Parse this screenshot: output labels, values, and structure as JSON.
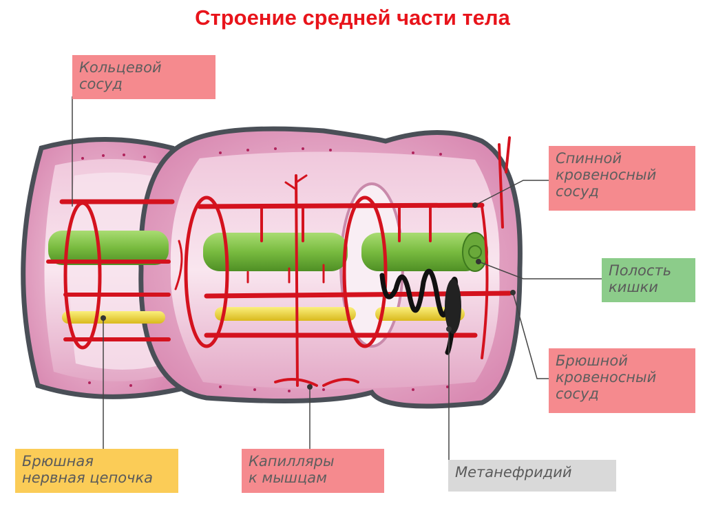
{
  "title": "Строение средней части тела",
  "labels": {
    "ring_vessel": "Кольцевой сосуд",
    "dorsal_vessel": "Спинной\nкровеносный\nсосуд",
    "gut_cavity": "Полость\nкишки",
    "ventral_vessel": "Брюшной\nкровеносный\nсосуд",
    "nerve_cord": "Брюшная\nнервная цепочка",
    "capillaries": "Капилляры\nк мышцам",
    "metanephridium": "Метанефридий"
  },
  "colors": {
    "title": "#e8141b",
    "pink_label": "#f58a8e",
    "green_label": "#8ccc8a",
    "yellow_label": "#fbcc57",
    "gray_label": "#d9d9d9",
    "body_wall": "#e7a3c6",
    "outline": "#4a4f57",
    "vessel": "#d4121e",
    "gut": "#7fc24a",
    "nerve": "#f1d63a",
    "nephridium": "#111111"
  }
}
